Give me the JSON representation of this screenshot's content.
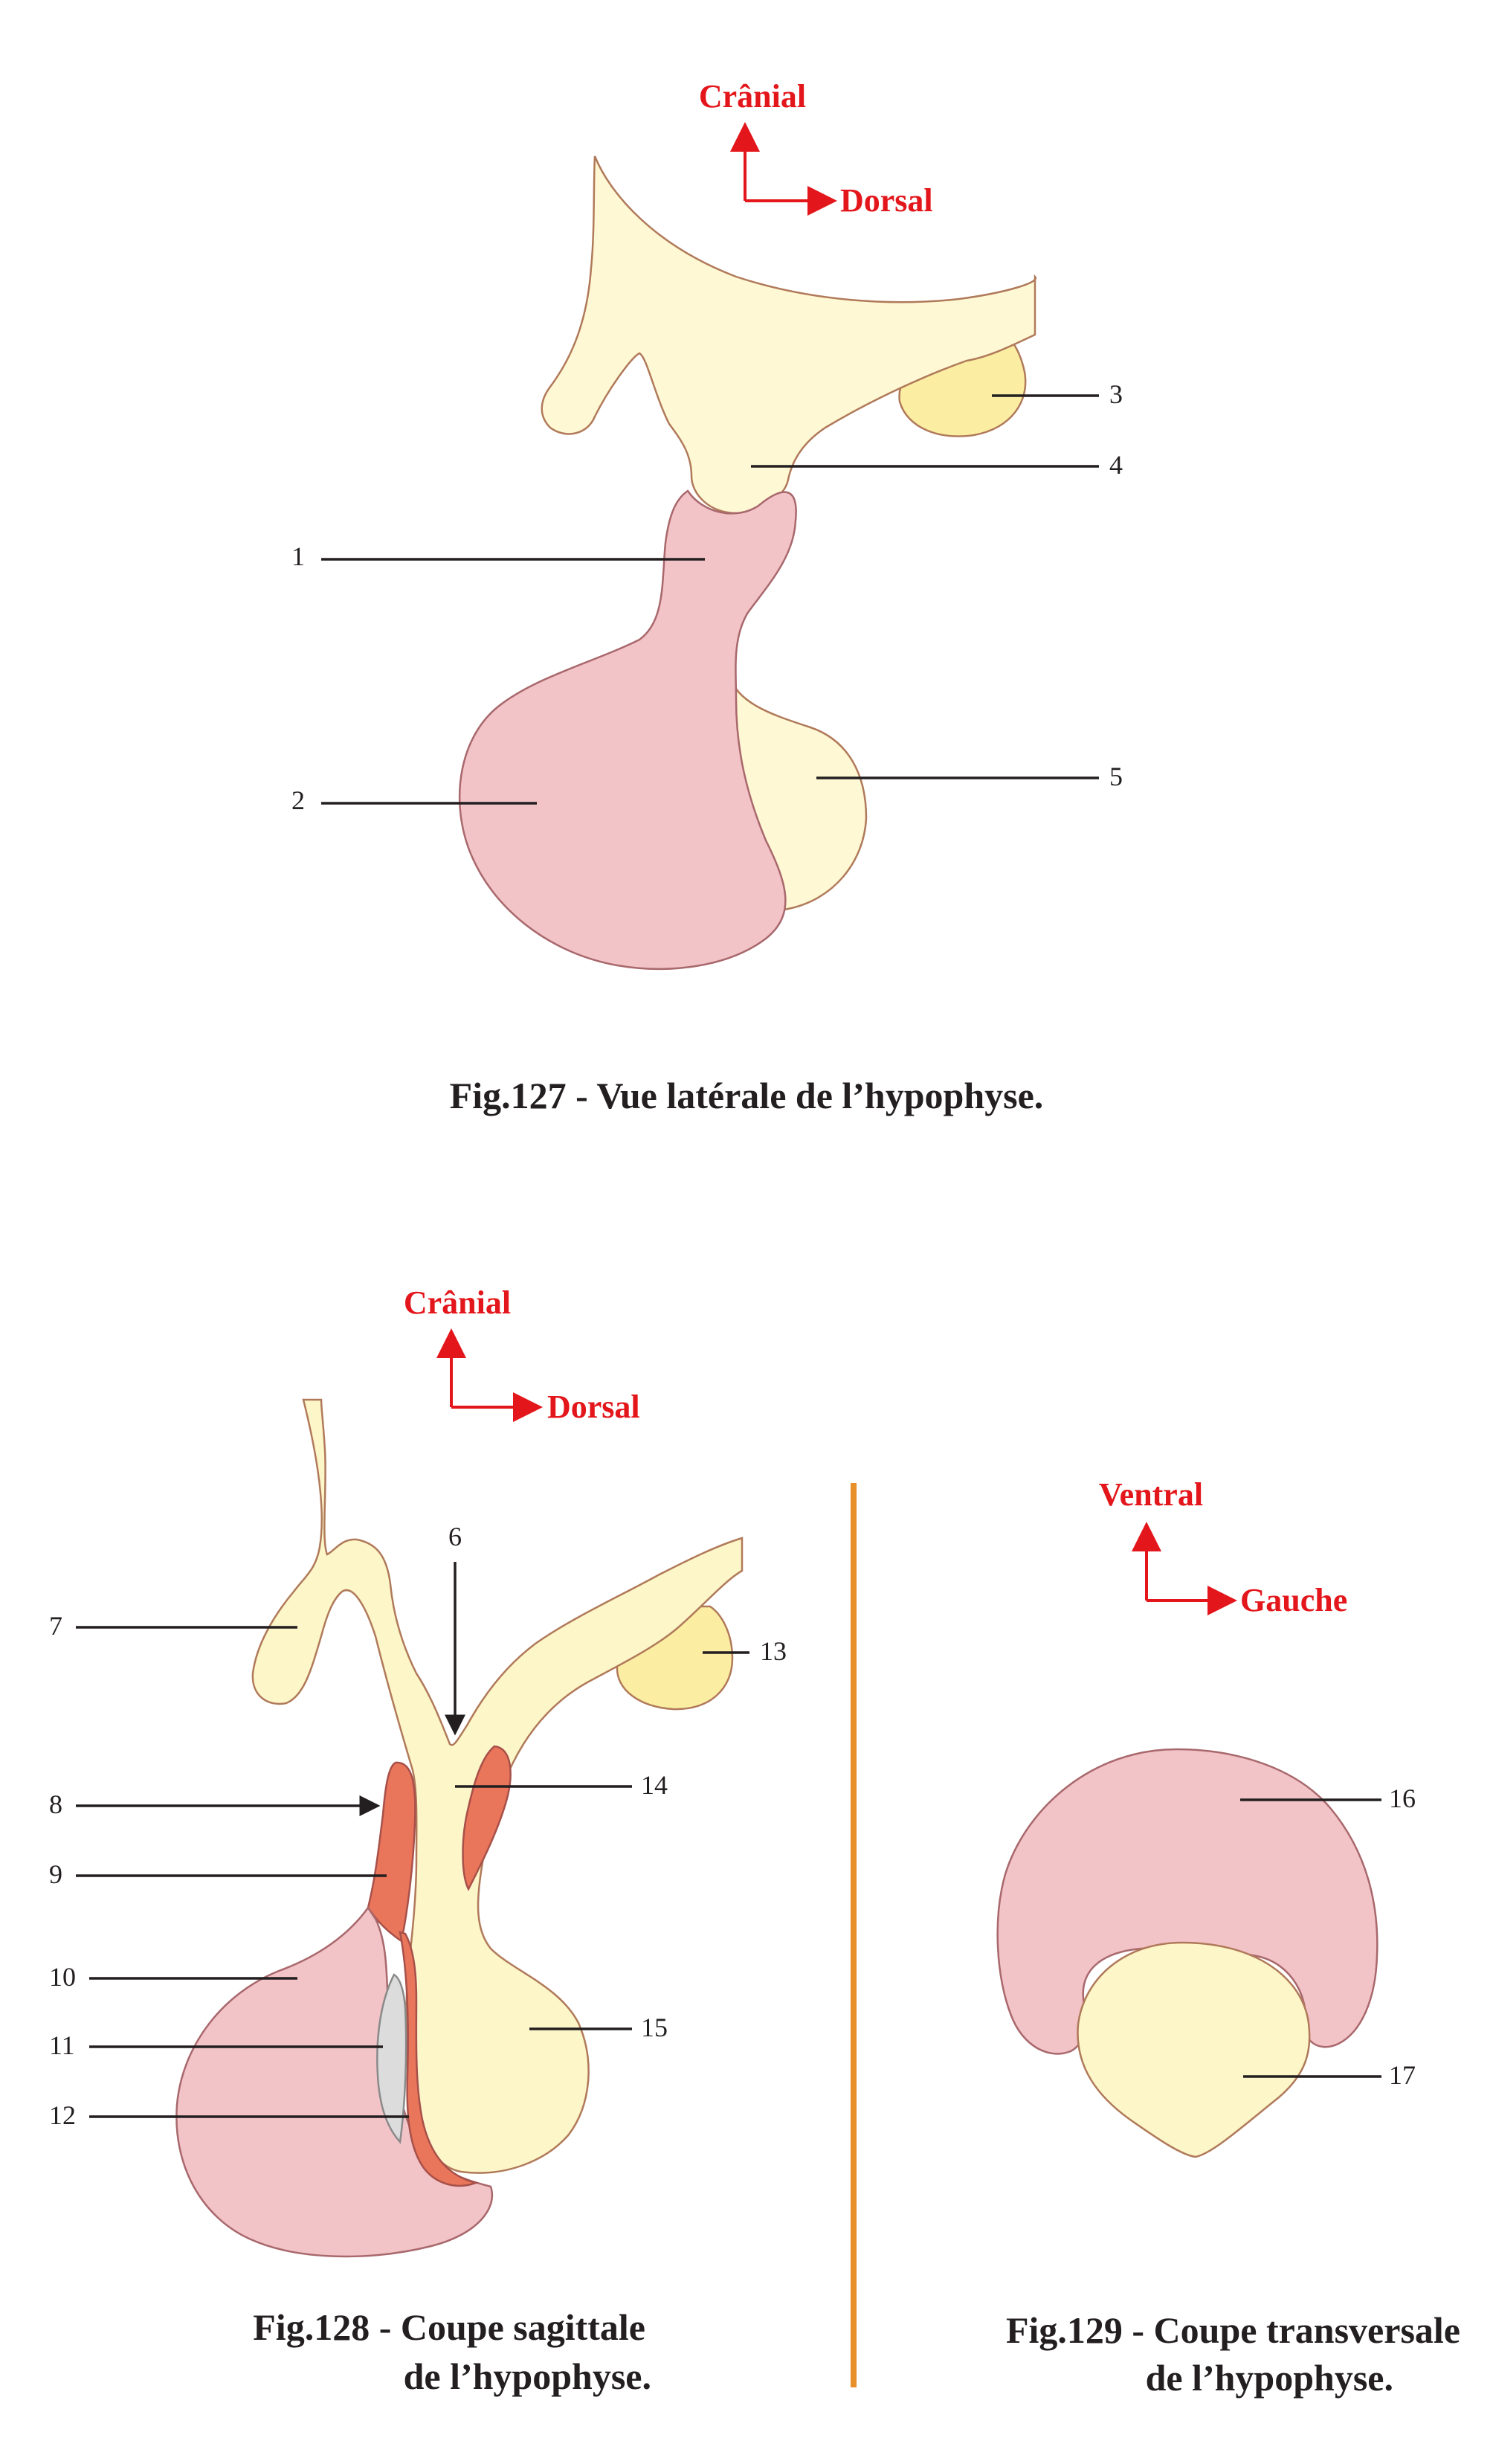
{
  "colors": {
    "direction_red": "#e3161b",
    "pars_distalis_pink": "#f2c3c7",
    "pars_tuberalis_salmon": "#e9765a",
    "neural_pale_yellow": "#fff8d4",
    "mammillary_yellow": "#fbeea3",
    "separator_orange": "#e8902a"
  },
  "fig127": {
    "orientation": {
      "up": "Crânial",
      "right": "Dorsal"
    },
    "labels": [
      "1",
      "2",
      "3",
      "4",
      "5"
    ],
    "caption": "Fig.127 - Vue latérale de l’hypophyse."
  },
  "fig128": {
    "orientation": {
      "up": "Crânial",
      "right": "Dorsal"
    },
    "labels": [
      "6",
      "7",
      "8",
      "9",
      "10",
      "11",
      "12",
      "13",
      "14",
      "15"
    ],
    "caption_line1": "Fig.128 - Coupe sagittale",
    "caption_line2": "de l’hypophyse."
  },
  "fig129": {
    "orientation": {
      "up": "Ventral",
      "right": "Gauche"
    },
    "labels": [
      "16",
      "17"
    ],
    "caption_line1": "Fig.129 - Coupe transversale",
    "caption_line2": "de l’hypophyse."
  }
}
